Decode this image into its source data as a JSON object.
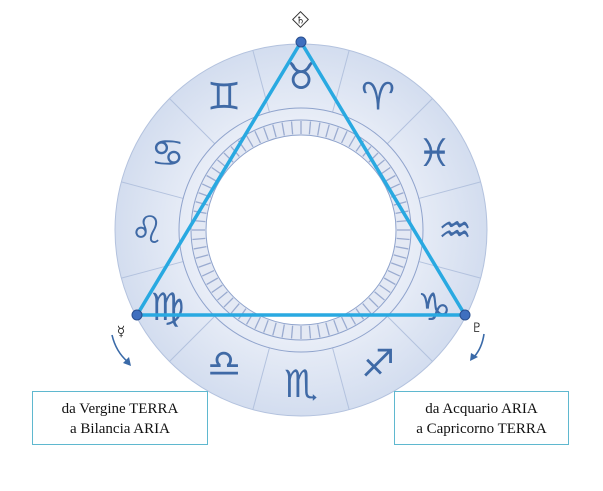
{
  "zodiac_signs": [
    {
      "name": "leo-icon",
      "glyph": "♌"
    },
    {
      "name": "cancer-icon",
      "glyph": "♋"
    },
    {
      "name": "gemini-icon",
      "glyph": "♊"
    },
    {
      "name": "taurus-icon",
      "glyph": "♉"
    },
    {
      "name": "aries-icon",
      "glyph": "♈"
    },
    {
      "name": "pisces-icon",
      "glyph": "♓"
    },
    {
      "name": "aquarius-icon",
      "glyph": "♒"
    },
    {
      "name": "capricorn-icon",
      "glyph": "♑"
    },
    {
      "name": "sagittarius-icon",
      "glyph": "♐"
    },
    {
      "name": "scorpio-icon",
      "glyph": "♏"
    },
    {
      "name": "libra-icon",
      "glyph": "♎"
    },
    {
      "name": "virgo-icon",
      "glyph": "♍"
    }
  ],
  "vertex_glyphs": {
    "top": "♄",
    "left": "☿",
    "right": "♇"
  },
  "callouts": {
    "left": {
      "line1": "da Vergine TERRA",
      "line2": "a Bilancia ARIA"
    },
    "right": {
      "line1": "da Acquario ARIA",
      "line2": "a Capricorno TERRA"
    }
  },
  "colors": {
    "triangle": "#29a9e1",
    "vertex": "#3f6fbf",
    "wheel_fill": "#dfe6f4",
    "wheel_stroke": "#8fa3cc",
    "glyph": "#2f5d9e",
    "callout_border": "#5fb8cf",
    "arrow": "#3a6aa8"
  }
}
